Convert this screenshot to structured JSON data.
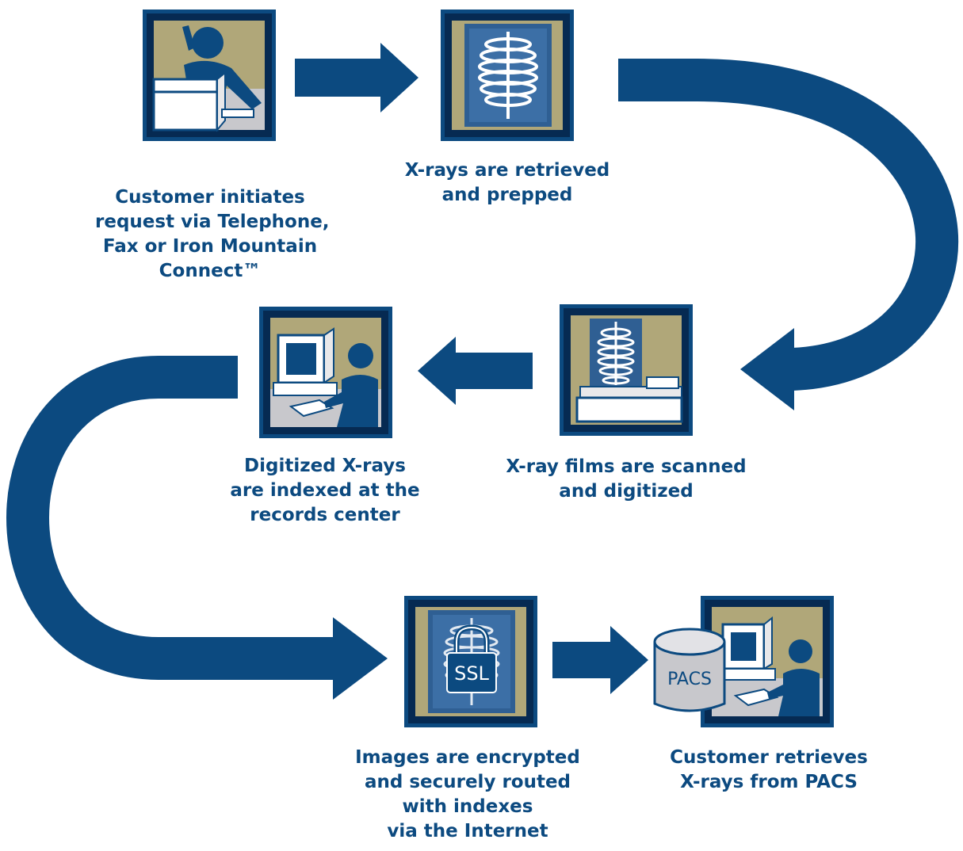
{
  "steps": [
    {
      "lines": [
        "Customer initiates",
        "request via Telephone,",
        "Fax or Iron Mountain",
        "Connect™"
      ]
    },
    {
      "lines": [
        "X-rays are retrieved",
        "and prepped"
      ]
    },
    {
      "lines": [
        "X-ray films are scanned",
        "and digitized"
      ]
    },
    {
      "lines": [
        "Digitized X-rays",
        "are indexed at the",
        "records center"
      ]
    },
    {
      "lines": [
        "Images are encrypted",
        "and securely routed",
        "with indexes",
        "via the Internet"
      ]
    },
    {
      "lines": [
        "Customer retrieves",
        "X-rays from PACS"
      ]
    }
  ],
  "icon_labels": {
    "lock": "SSL",
    "database": "PACS"
  },
  "colors": {
    "navy": "#0c4a80",
    "tan": "#b0a779",
    "frame_dark": "#062a52",
    "text": "#0c4a80"
  }
}
